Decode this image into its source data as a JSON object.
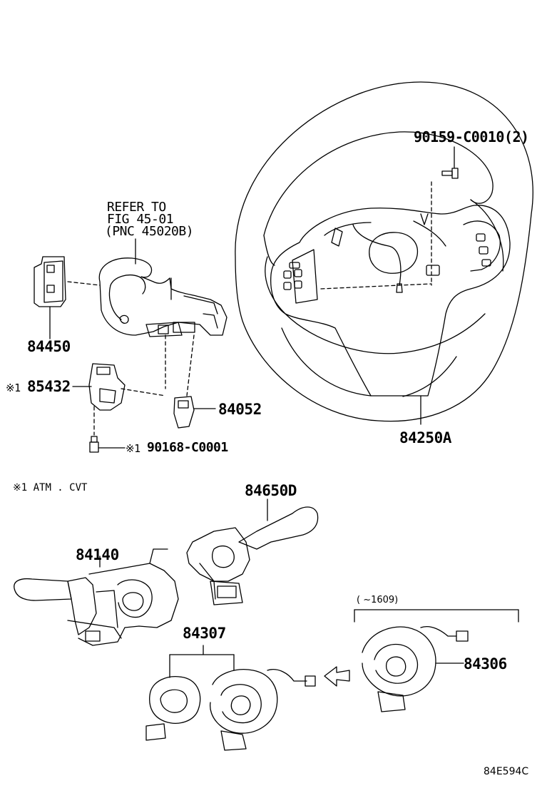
{
  "refer": {
    "line1": "REFER TO",
    "line2": "FIG 45-01",
    "line3": "(PNC 45020B)"
  },
  "parts": {
    "p90159": "90159-C0010(2)",
    "p84450": "84450",
    "p85432_mark": "※1",
    "p85432": "85432",
    "p84052": "84052",
    "p84250A": "84250A",
    "p90168_mark": "※1",
    "p90168": "90168-C0001",
    "p84650D": "84650D",
    "p84140": "84140",
    "p84307": "84307",
    "p84306": "84306"
  },
  "notes": {
    "atm": "※1 ATM . CVT",
    "range": "(      ~1609)",
    "code": "84E594C"
  }
}
